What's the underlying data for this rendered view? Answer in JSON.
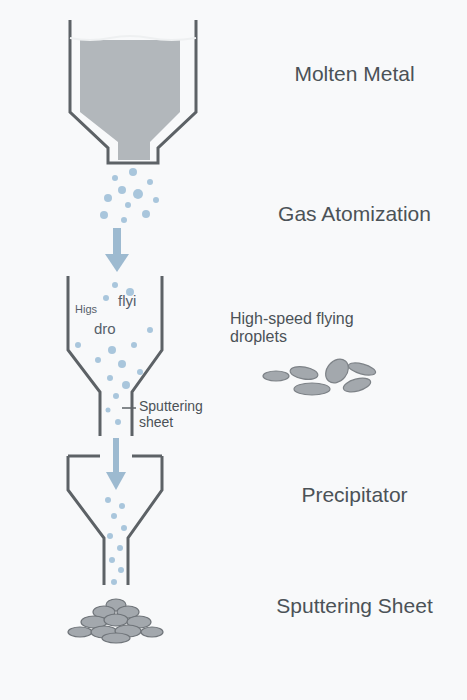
{
  "diagram": {
    "labels": [
      "Molten Metal",
      "Gas Atomization",
      "Higs",
      "flyi",
      "dro",
      "High-speed flying droplets",
      "Sputtering sheet",
      "Precipitator",
      "Sputtering Sheet"
    ]
  }
}
